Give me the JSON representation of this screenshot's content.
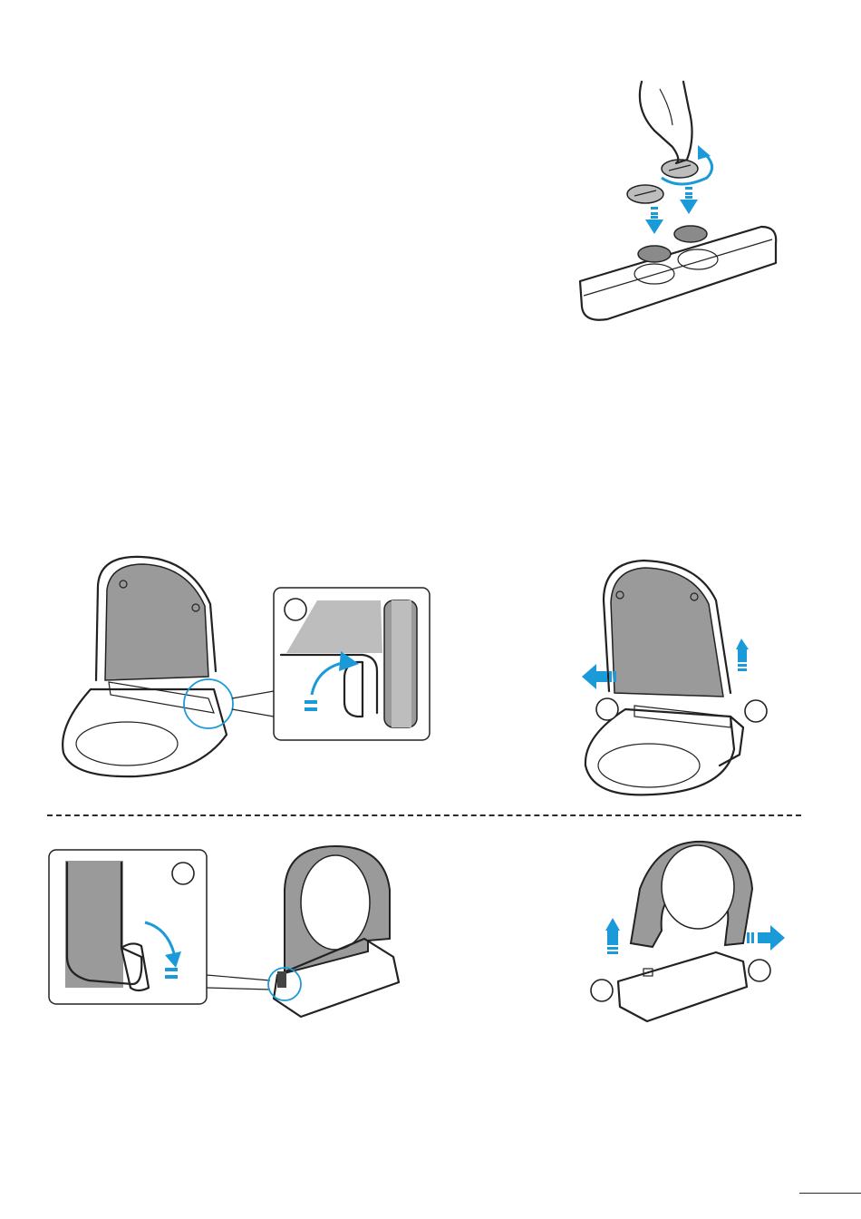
{
  "figures": [
    {
      "icon": "battery-replacement-remote-illustration"
    },
    {
      "icon": "open-hinge-cover-illustration"
    },
    {
      "icon": "lift-seat-lid-off-illustration"
    },
    {
      "icon": "close-hinge-cover-illustration"
    },
    {
      "icon": "slide-seat-onto-body-illustration"
    }
  ],
  "accent_color": "#1a9ad9"
}
